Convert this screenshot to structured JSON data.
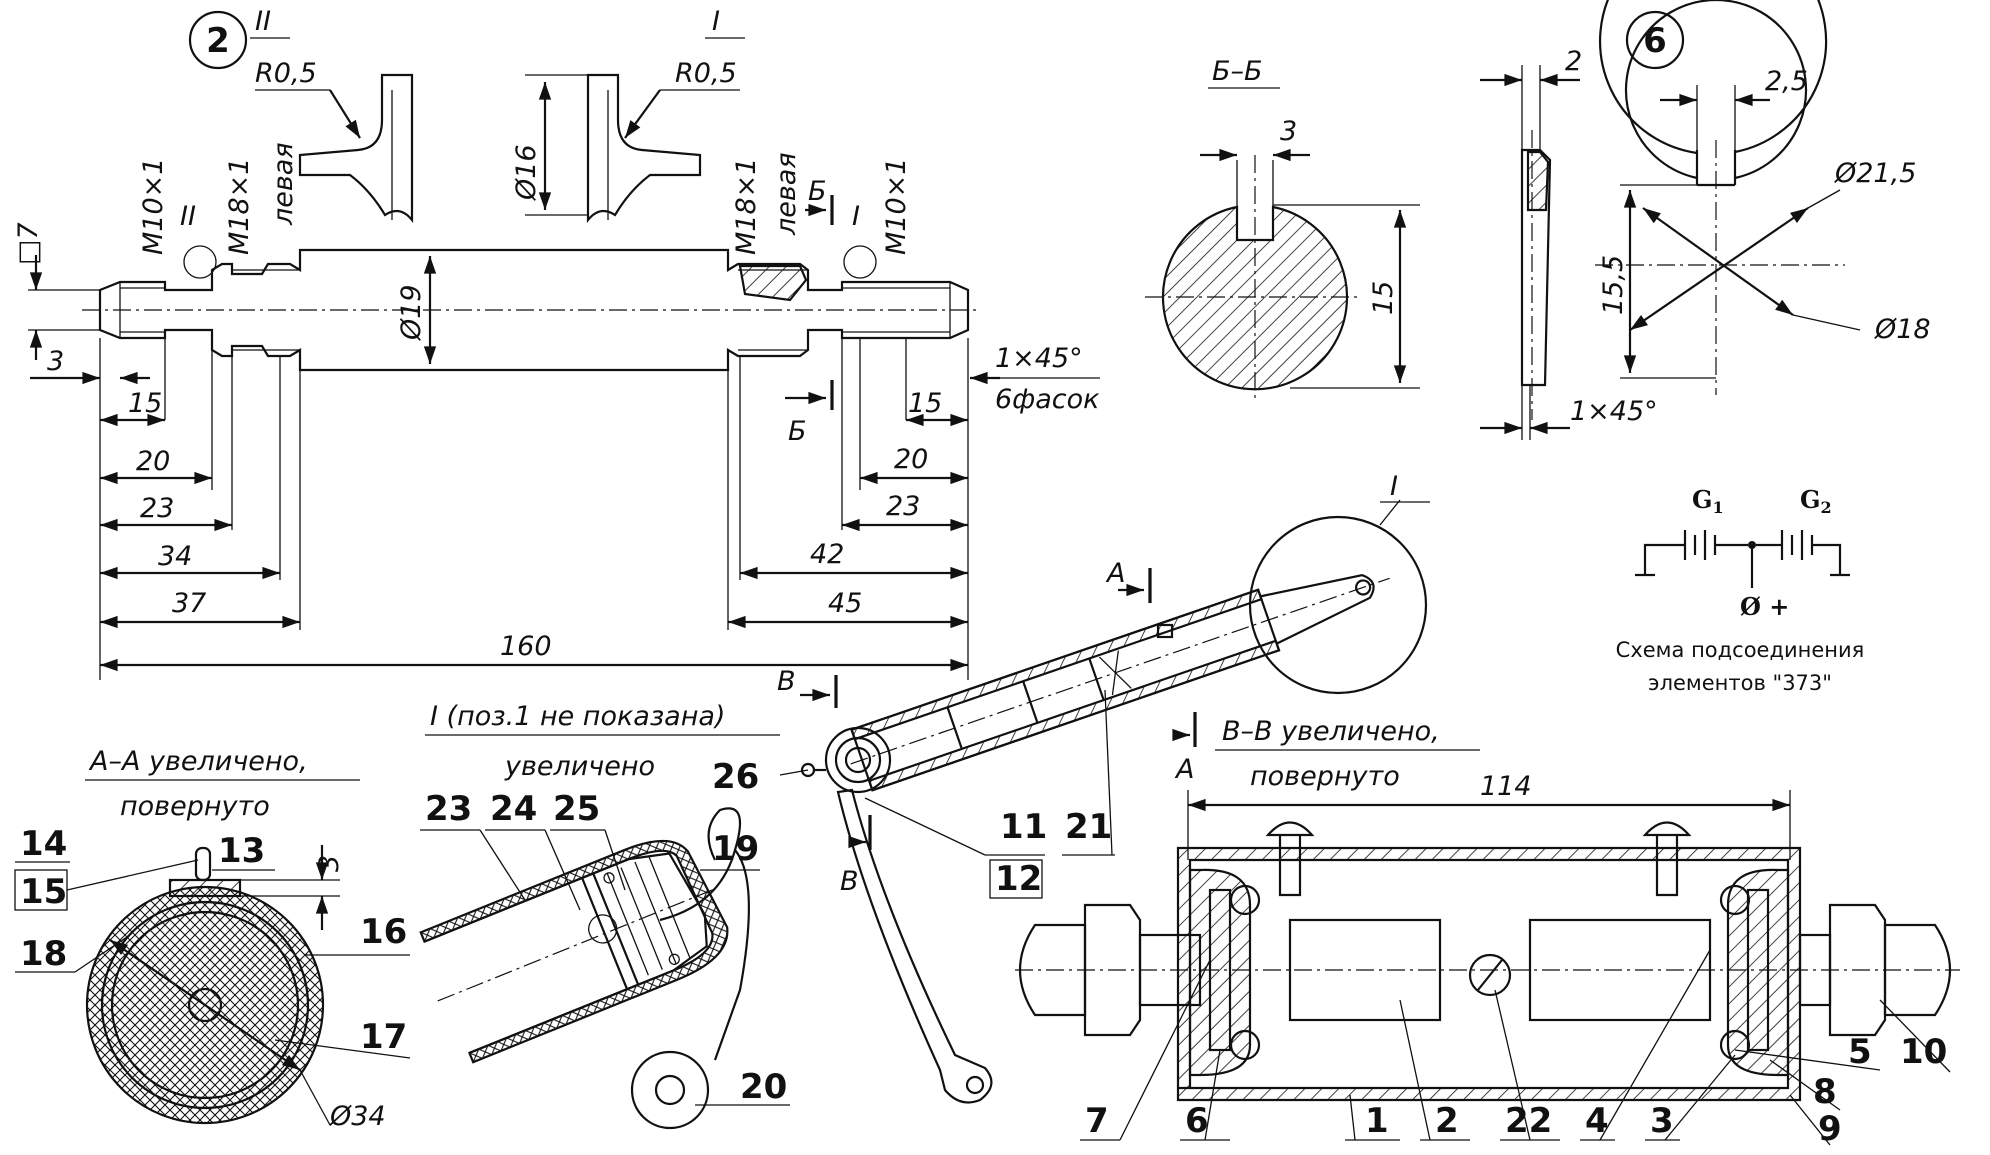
{
  "views": {
    "shaft_number": "2",
    "ring_number": "6",
    "detail_II_label": "II",
    "detail_I_label": "I",
    "radius_II": "R0,5",
    "radius_I": "R0,5",
    "section_BB_label": "Б–Б",
    "section_AA_title_1": "А–А увеличено,",
    "section_AA_title_2": "повернуто",
    "detail_I_title_1": "I (поз.1 не показана)",
    "detail_I_title_2": "увеличено",
    "section_VV_title_1": "В–В увеличено,",
    "section_VV_title_2": "повернуто"
  },
  "dimensions": {
    "d16": "Ø16",
    "d19": "Ø19",
    "m10_left": "M10×1",
    "m18_left": "M18×1",
    "levaya_left": "левая",
    "m18_right": "M18×1",
    "levaya_right": "левая",
    "m10_right": "M10×1",
    "sq7": "□7",
    "three": "3",
    "chamfer": "1×45°",
    "chamfer_count": "6фасок",
    "l15": "15",
    "l20": "20",
    "l23": "23",
    "l34": "34",
    "l37": "37",
    "r15": "15",
    "r20": "20",
    "r23": "23",
    "r42": "42",
    "r45": "45",
    "total": "160",
    "bb_slot": "3",
    "bb_height": "15",
    "ring_thickness": "2",
    "ring_chamfer": "1×45°",
    "ring_gap": "2,5",
    "ring_outer": "Ø21,5",
    "ring_inner": "Ø18",
    "ring_height": "15,5",
    "vv_length": "114",
    "aa_slot": "3",
    "aa_diameter": "Ø34",
    "cut_b_top": "Б",
    "cut_b_bottom": "Б",
    "cut_a_top": "А",
    "cut_a_bottom": "А",
    "cut_v_top": "В",
    "cut_v_bottom": "В",
    "lever_detail": "I"
  },
  "positions": {
    "p1": "1",
    "p2": "2",
    "p3": "3",
    "p4": "4",
    "p5": "5",
    "p6": "6",
    "p7": "7",
    "p8": "8",
    "p9": "9",
    "p10": "10",
    "p11": "11",
    "p12": "12",
    "p13": "13",
    "p14": "14",
    "p15": "15",
    "p16": "16",
    "p17": "17",
    "p18": "18",
    "p19": "19",
    "p20": "20",
    "p21": "21",
    "p22": "22",
    "p23": "23",
    "p24": "24",
    "p25": "25",
    "p26": "26"
  },
  "schematic": {
    "g1": "G",
    "g1_sub": "1",
    "g2": "G",
    "g2_sub": "2",
    "terminal": "Ø +",
    "caption_1": "Схема подсоединения",
    "caption_2": "элементов \"373\""
  }
}
